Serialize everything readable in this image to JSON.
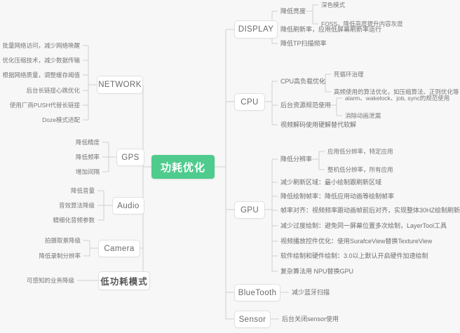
{
  "diagram": {
    "type": "mind-map",
    "title": "功耗优化",
    "root": {
      "label": "功耗优化",
      "color": "#4ECB8D",
      "text_color": "#ffffff"
    },
    "theme": {
      "background": "#f7f7f7",
      "node_border": "#e0e0e0",
      "node_fill": "#ffffff",
      "edge_color": "#cfcfcf",
      "text_color": "#6f6f6f"
    },
    "left_branches": [
      {
        "label": "NETWORK",
        "children": [
          {
            "label": "批量网络访问，减少网络唤醒"
          },
          {
            "label": "优化压缩技术，减少数据传输"
          },
          {
            "label": "根据网络质量，调整缓存阈值"
          },
          {
            "label": "后台长链接心跳优化"
          },
          {
            "label": "使用厂商PUSH代替长链接"
          },
          {
            "label": "Doze模式适配"
          }
        ]
      },
      {
        "label": "GPS",
        "children": [
          {
            "label": "降低精度"
          },
          {
            "label": "降低频率"
          },
          {
            "label": "增加间隔"
          }
        ]
      },
      {
        "label": "Audio",
        "children": [
          {
            "label": "降低音量"
          },
          {
            "label": "音效算法降级"
          },
          {
            "label": "精细化音频参数"
          }
        ]
      },
      {
        "label": "Camera",
        "children": [
          {
            "label": "拍摄取景降级"
          },
          {
            "label": "降低录制分辨率"
          }
        ]
      },
      {
        "label": "低功耗模式",
        "cjk": true,
        "children": [
          {
            "label": "可感知的业务降级"
          }
        ]
      }
    ],
    "right_branches": [
      {
        "label": "DISPLAY",
        "children": [
          {
            "label": "降低亮度",
            "children": [
              {
                "label": "深色模式"
              },
              {
                "label": "FOSS，降低亮度提升内容灰度"
              }
            ]
          },
          {
            "label": "降低刷新率，应用低屏幕刷新率运行"
          },
          {
            "label": "降低TP扫描频率"
          }
        ]
      },
      {
        "label": "CPU",
        "children": [
          {
            "label": "CPU高负载优化",
            "children": [
              {
                "label": "死循环治理"
              },
              {
                "label": "高频使用的算法优化，如压缩算法、正则优化等"
              }
            ]
          },
          {
            "label": "后台资源规范使用",
            "children": [
              {
                "label": "alarm、wakelock、job, sync的规范使用"
              },
              {
                "label": "消除动画泄漏"
              }
            ]
          },
          {
            "label": "视频解码使用硬解替代软解"
          }
        ]
      },
      {
        "label": "GPU",
        "children": [
          {
            "label": "降低分辨率",
            "children": [
              {
                "label": "应用低分辨率，特定应用"
              },
              {
                "label": "整机低分辨率，所有应用"
              }
            ]
          },
          {
            "label": "减少刷新区域：最小绘制跟刷新区域"
          },
          {
            "label": "降低绘制帧率：降低应用动画等绘制帧率"
          },
          {
            "label": "帧率对齐：视频频率跟动画帧前后对齐，实现整体30HZ绘制刷新"
          },
          {
            "label": "减少过度绘制：避免同一屏幕位置多次绘制，LayerTool工具"
          },
          {
            "label": "视频播放控件优化：使用SurafceView替换TextureView"
          },
          {
            "label": "软件绘制和硬件绘制：3.0以上默认开启硬件加速绘制"
          },
          {
            "label": "复杂算法用 NPU替换GPU"
          }
        ]
      },
      {
        "label": "BlueTooth",
        "children": [
          {
            "label": "减少蓝牙扫描"
          }
        ]
      },
      {
        "label": "Sensor",
        "children": [
          {
            "label": "后台关闭sensor使用"
          }
        ]
      }
    ]
  }
}
